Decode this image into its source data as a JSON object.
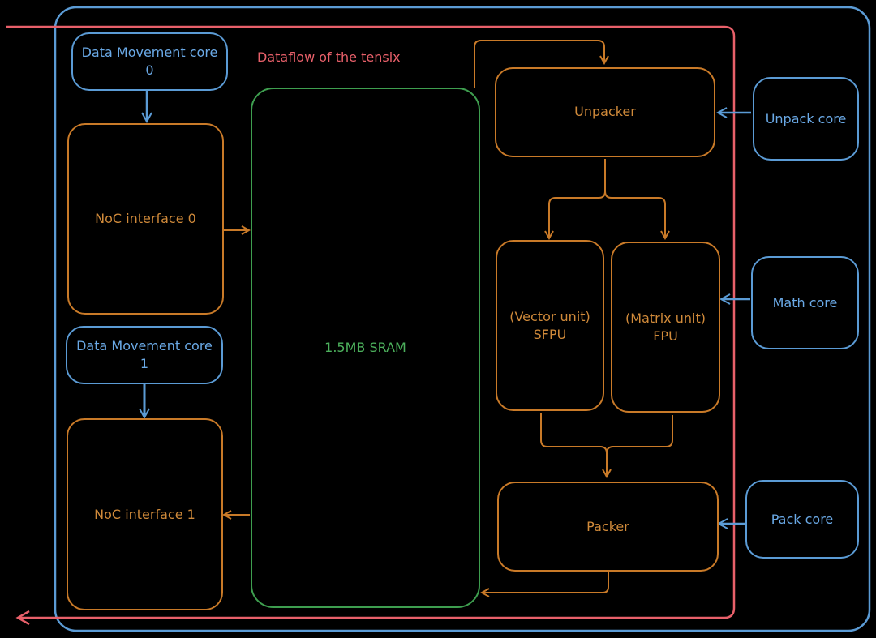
{
  "title": "Dataflow of the tensix",
  "colors": {
    "blue": "#5b9bd5",
    "orange": "#c97a28",
    "green": "#3e9e4f",
    "red": "#e8606a",
    "background": "#000000"
  },
  "nodes": {
    "dm_core_0": "Data Movement core 0",
    "dm_core_1": "Data Movement core 1",
    "noc_0": "NoC interface 0",
    "noc_1": "NoC interface 1",
    "sram": "1.5MB SRAM",
    "unpacker": "Unpacker",
    "sfpu_line1": "(Vector unit)",
    "sfpu_line2": "SFPU",
    "fpu_line1": "(Matrix unit)",
    "fpu_line2": "FPU",
    "packer": "Packer",
    "unpack_core": "Unpack core",
    "math_core": "Math core",
    "pack_core": "Pack core"
  },
  "edges": [
    {
      "from": "Data Movement core 0",
      "to": "NoC interface 0"
    },
    {
      "from": "Data Movement core 1",
      "to": "NoC interface 1"
    },
    {
      "from": "NoC interface 0",
      "to": "1.5MB SRAM"
    },
    {
      "from": "1.5MB SRAM",
      "to": "NoC interface 1"
    },
    {
      "from": "1.5MB SRAM",
      "to": "Unpacker"
    },
    {
      "from": "Unpacker",
      "to": "SFPU"
    },
    {
      "from": "Unpacker",
      "to": "FPU"
    },
    {
      "from": "SFPU",
      "to": "Packer"
    },
    {
      "from": "FPU",
      "to": "Packer"
    },
    {
      "from": "Packer",
      "to": "1.5MB SRAM"
    },
    {
      "from": "Unpack core",
      "to": "Unpacker"
    },
    {
      "from": "Math core",
      "to": "FPU"
    },
    {
      "from": "Pack core",
      "to": "Packer"
    }
  ]
}
